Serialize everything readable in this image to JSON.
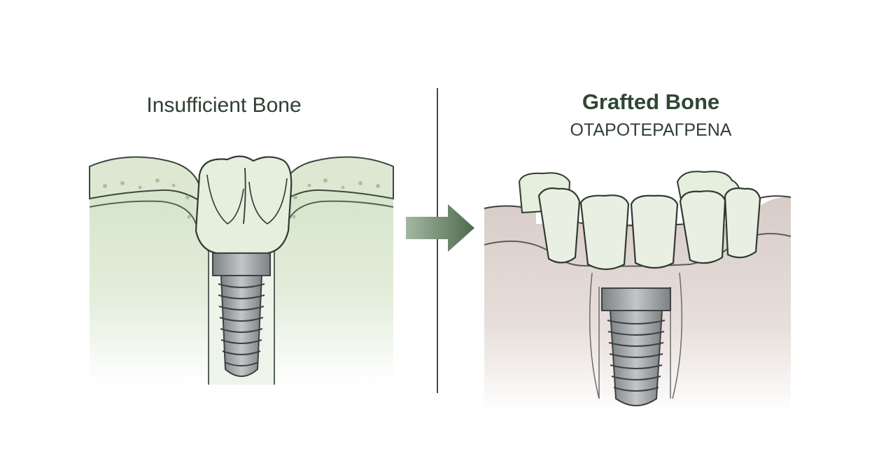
{
  "left_panel": {
    "title": "Insufficient Bone"
  },
  "right_panel": {
    "title": "Grafted Bone",
    "subtitle": "OTAPOTEPAΓPENA"
  },
  "colors": {
    "bone_green": "#d7e5cc",
    "gum_pink": "#dfd3ce",
    "tooth": "#e9f0e2",
    "implant": "#8c9092",
    "arrow": "#4d6b4f",
    "outline": "#2f3a31"
  }
}
